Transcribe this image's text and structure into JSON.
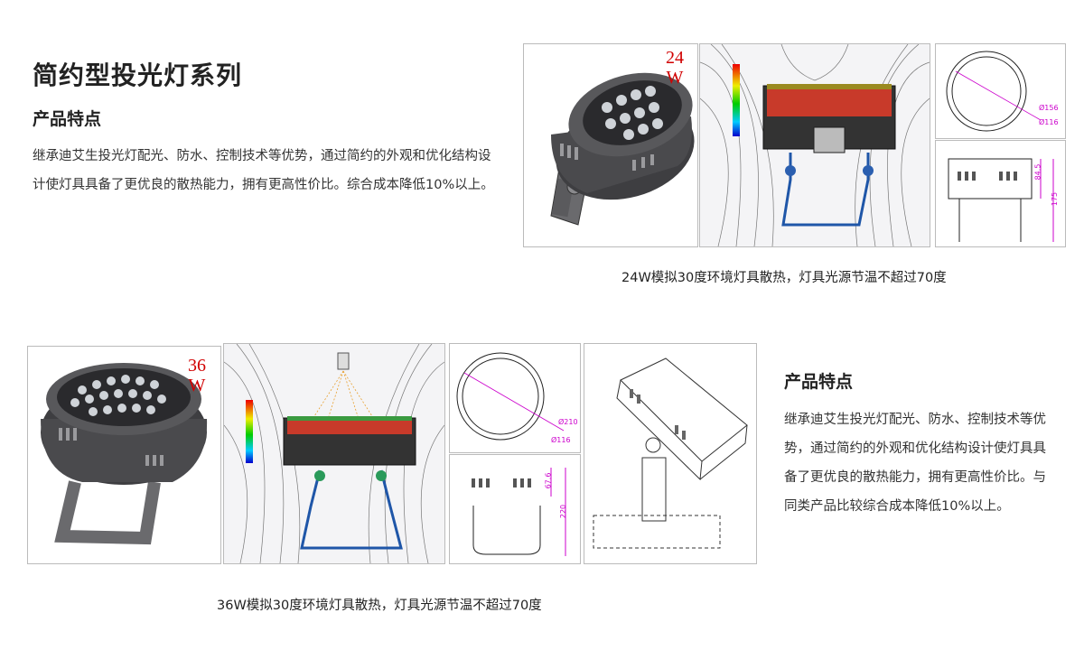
{
  "header": {
    "title": "简约型投光灯系列"
  },
  "section1": {
    "heading": "产品特点",
    "body": "继承迪艾生投光灯配光、防水、控制技术等优势，通过简约的外观和优化结构设计使灯具具备了更优良的散热能力，拥有更高性价比。综合成本降低10%以上。",
    "watt_line1": "24",
    "watt_line2": "W",
    "dim_outer": "Ø156",
    "dim_inner": "Ø116",
    "dim_height1": "84.5",
    "dim_height2": "175",
    "caption": "24W模拟30度环境灯具散热，灯具光源节温不超过70度"
  },
  "section2": {
    "heading": "产品特点",
    "body": "继承迪艾生投光灯配光、防水、控制技术等优势，通过简约的外观和优化结构设计使灯具具备了更优良的散热能力，拥有更高性价比。与同类产品比较综合成本降低10%以上。",
    "watt_line1": "36",
    "watt_line2": "W",
    "dim_outer": "Ø210",
    "dim_inner": "Ø116",
    "dim_height1": "67.6",
    "dim_height2": "220",
    "caption": "36W模拟30度环境灯具散热，灯具光源节温不超过70度"
  },
  "colors": {
    "accent": "#d10000",
    "housing": "#4a4a4d",
    "heat_red": "#c83a2a",
    "pipe": "#1f56a8"
  }
}
